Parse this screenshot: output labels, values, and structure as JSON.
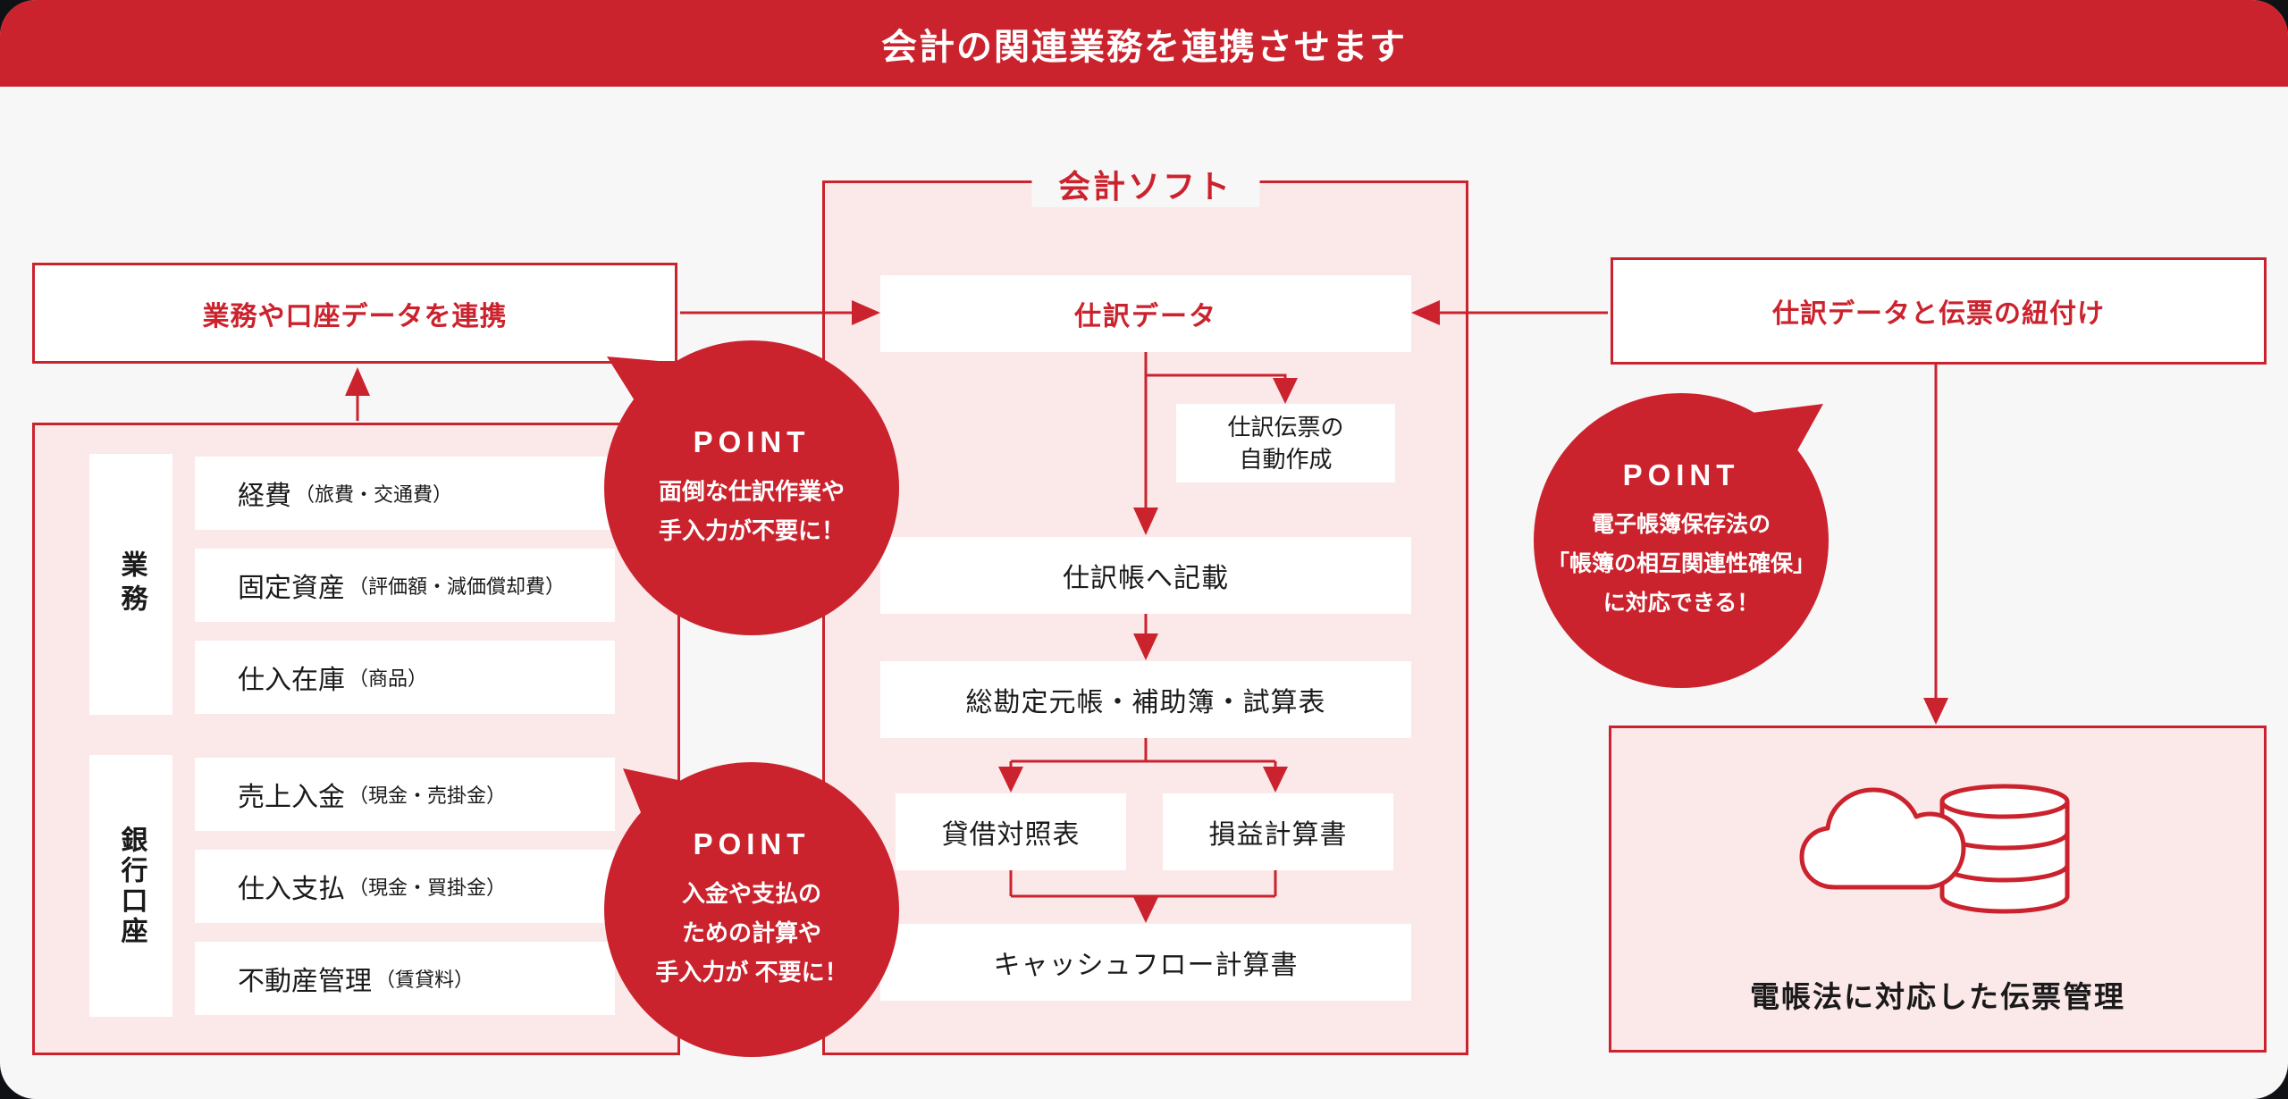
{
  "banner": {
    "title": "会計の関連業務を連携させます"
  },
  "colors": {
    "red": "#cb232e",
    "pink": "#fbe8e9",
    "bg": "#f7f7f8",
    "ink": "#1a1a1a"
  },
  "left_link": {
    "title": "業務や口座データを連携"
  },
  "software": {
    "title": "会計ソフト",
    "journal_data": "仕訳データ",
    "auto_voucher_line1": "仕訳伝票の",
    "auto_voucher_line2": "自動作成",
    "journal_entry": "仕訳帳へ記載",
    "ledger": "総勘定元帳・補助簿・試算表",
    "balance_sheet": "貸借対照表",
    "income_statement": "損益計算書",
    "cash_flow": "キャッシュフロー計算書"
  },
  "left_panel": {
    "groups": [
      {
        "label": "業務",
        "rows": [
          {
            "main": "経費",
            "note": "（旅費・交通費）"
          },
          {
            "main": "固定資産",
            "note": "（評価額・減価償却費）"
          },
          {
            "main": "仕入在庫",
            "note": "（商品）"
          }
        ]
      },
      {
        "label": "銀行口座",
        "rows": [
          {
            "main": "売上入金",
            "note": "（現金・売掛金）"
          },
          {
            "main": "仕入支払",
            "note": "（現金・買掛金）"
          },
          {
            "main": "不動産管理",
            "note": "（賃貸料）"
          }
        ]
      }
    ]
  },
  "points": [
    {
      "heading": "POINT",
      "lines": [
        "面倒な仕訳作業や",
        "手入力が不要に！"
      ]
    },
    {
      "heading": "POINT",
      "lines": [
        "入金や支払の",
        "ための計算や",
        "手入力が 不要に！"
      ]
    },
    {
      "heading": "POINT",
      "lines": [
        "電子帳簿保存法の",
        "「帳簿の相互関連性確保」",
        "に対応できる！"
      ]
    }
  ],
  "right_link": {
    "title": "仕訳データと伝票の紐付け",
    "bottom_title": "電帳法に対応した伝票管理"
  }
}
